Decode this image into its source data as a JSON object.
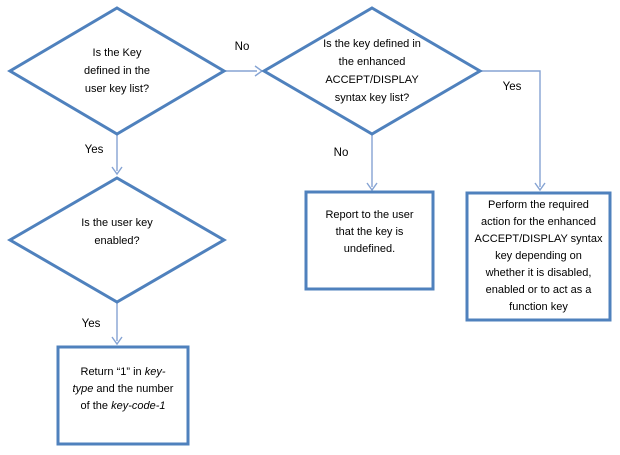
{
  "colors": {
    "shape_border": "#4f81bd",
    "connector": "#85a3d3",
    "text": "#000000",
    "shape_fill": "#ffffff"
  },
  "nodes": {
    "d1": {
      "name": "decision-user-key-defined",
      "lines": [
        "Is the Key",
        "defined in the",
        "user key list?"
      ]
    },
    "d2": {
      "name": "decision-enhanced-syntax-key-defined",
      "lines": [
        "Is the key defined in",
        "the enhanced",
        "ACCEPT/DISPLAY",
        "syntax key list?"
      ]
    },
    "d3": {
      "name": "decision-user-key-enabled",
      "lines": [
        "Is the user key",
        "enabled?"
      ]
    },
    "r1": {
      "name": "process-report-undefined",
      "lines": [
        "Report to the user",
        "that the key is",
        "undefined."
      ]
    },
    "r2": {
      "name": "process-perform-enhanced-action",
      "lines": [
        "Perform the required",
        "action for the enhanced",
        "ACCEPT/DISPLAY syntax",
        "key depending on",
        "whether it is disabled,",
        "enabled or to act as a",
        "function key"
      ]
    },
    "r3": {
      "name": "process-return-key-type",
      "l1a": "Return “1” in ",
      "l1b": "key-",
      "l2a": "type",
      "l2b": " and the number",
      "l3a": "of the ",
      "l3b": "key-code-1"
    }
  },
  "labels": {
    "no_d1_to_d2": "No",
    "yes_d1_to_d3": "Yes",
    "no_d2_to_r1": "No",
    "yes_d2_to_r2": "Yes",
    "yes_d3_to_r3": "Yes"
  }
}
